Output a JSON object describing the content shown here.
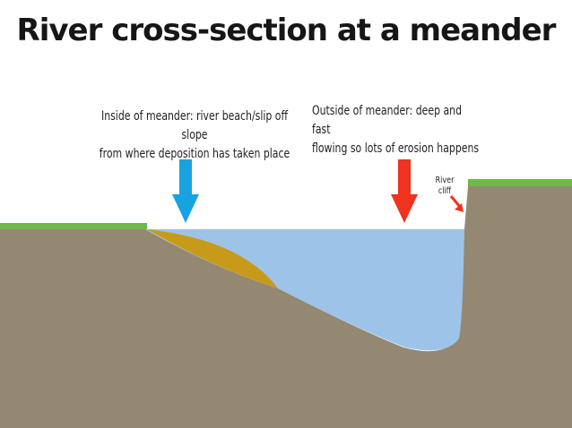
{
  "title": "River cross-section at a meander",
  "labels": {
    "inside": "Inside of meander: river beach/slip off slope\nfrom where deposition has taken place",
    "outside": "Outside of meander: deep and fast\nflowing so lots of erosion happens",
    "cliff": "River\ncliff"
  },
  "colors": {
    "ground": "#948872",
    "grass": "#6fb84a",
    "water": "#9dc3e8",
    "deposit": "#c89a1a",
    "arrow_inside": "#17a3e0",
    "arrow_outside": "#f0321e",
    "background": "#ffffff"
  },
  "icons": {
    "inside_arrow": "arrow-down-icon",
    "outside_arrow": "arrow-down-icon",
    "cliff_arrow": "arrow-diagonal-icon"
  }
}
